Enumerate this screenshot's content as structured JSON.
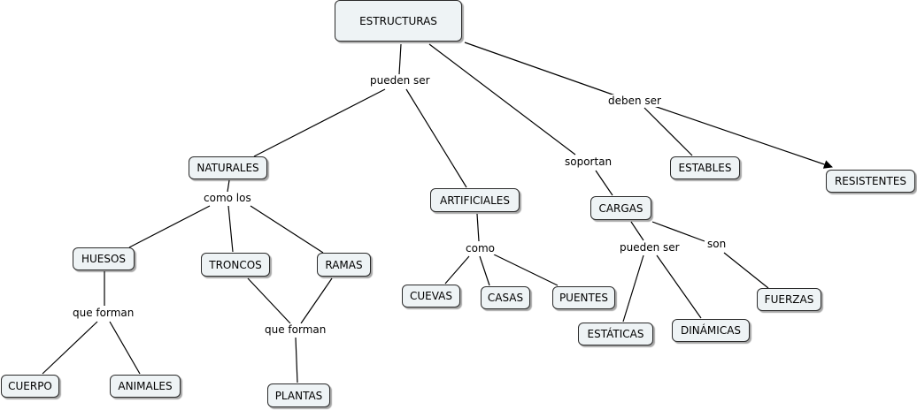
{
  "concepts": {
    "estructuras": "ESTRUCTURAS",
    "naturales": "NATURALES",
    "artificiales": "ARTIFICIALES",
    "cargas": "CARGAS",
    "estables": "ESTABLES",
    "resistentes": "RESISTENTES",
    "huesos": "HUESOS",
    "troncos": "TRONCOS",
    "ramas": "RAMAS",
    "cuevas": "CUEVAS",
    "casas": "CASAS",
    "puentes": "PUENTES",
    "estaticas": "ESTÁTICAS",
    "dinamicas": "DINÁMICAS",
    "fuerzas": "FUERZAS",
    "cuerpo": "CUERPO",
    "animales": "ANIMALES",
    "plantas": "PLANTAS"
  },
  "links": {
    "pueden_ser_1": "pueden ser",
    "deben_ser": "deben ser",
    "soportan": "soportan",
    "como_los": "como los",
    "como": "como",
    "pueden_ser_2": "pueden ser",
    "son": "son",
    "que_forman_1": "que forman",
    "que_forman_2": "que forman"
  }
}
